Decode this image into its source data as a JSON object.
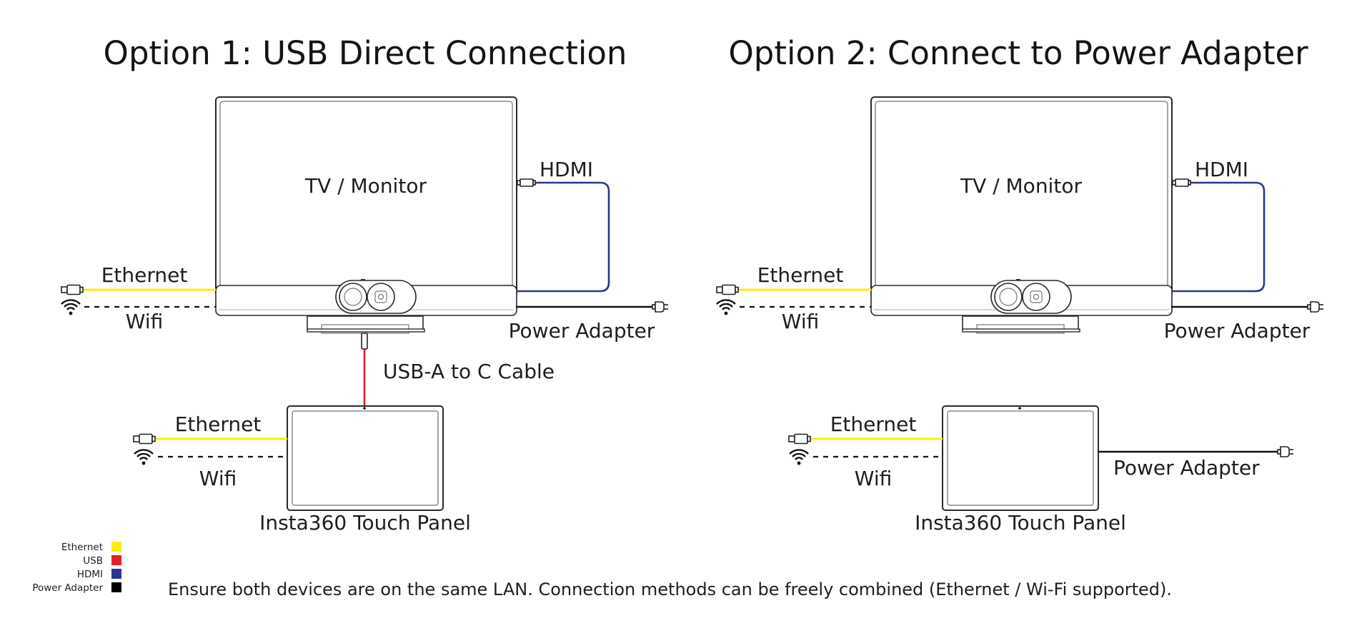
{
  "colors": {
    "ethernet": "#ffee00",
    "usb": "#e0202a",
    "hdmi": "#2b3594",
    "power_adapter": "#000000"
  },
  "option1": {
    "title": "Option 1: USB Direct Connection",
    "tv_label": "TV / Monitor",
    "hdmi_label": "HDMI",
    "bar_ethernet_label": "Ethernet",
    "bar_wifi_label": "Wifi",
    "bar_power_label": "Power Adapter",
    "usb_label": "USB-A to C Cable",
    "panel_ethernet_label": "Ethernet",
    "panel_wifi_label": "Wifi",
    "panel_label": "Insta360 Touch Panel"
  },
  "option2": {
    "title": "Option 2: Connect to Power Adapter",
    "tv_label": "TV / Monitor",
    "hdmi_label": "HDMI",
    "bar_ethernet_label": "Ethernet",
    "bar_wifi_label": "Wifi",
    "bar_power_label": "Power Adapter",
    "panel_ethernet_label": "Ethernet",
    "panel_wifi_label": "Wifi",
    "panel_power_label": "Power Adapter",
    "panel_label": "Insta360 Touch Panel"
  },
  "legend": [
    {
      "label": "Ethernet",
      "color": "#ffee00"
    },
    {
      "label": "USB",
      "color": "#e0202a"
    },
    {
      "label": "HDMI",
      "color": "#2b3594"
    },
    {
      "label": "Power Adapter",
      "color": "#000000"
    }
  ],
  "footnote": "Ensure both devices are on the same LAN. Connection methods can be freely combined (Ethernet / Wi-Fi supported)."
}
